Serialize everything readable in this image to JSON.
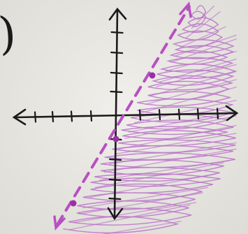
{
  "sketch": {
    "problem_mark": ")",
    "boundary": {
      "style": "dashed",
      "plotted_points": 3
    },
    "shading": {
      "side": "right-of-line"
    },
    "colors": {
      "paper": "#ecebe6",
      "ink": "#1a1a1a",
      "boundary": "#b84fc2",
      "point": "#9a2fa8",
      "shading": "#b86fc8"
    }
  }
}
